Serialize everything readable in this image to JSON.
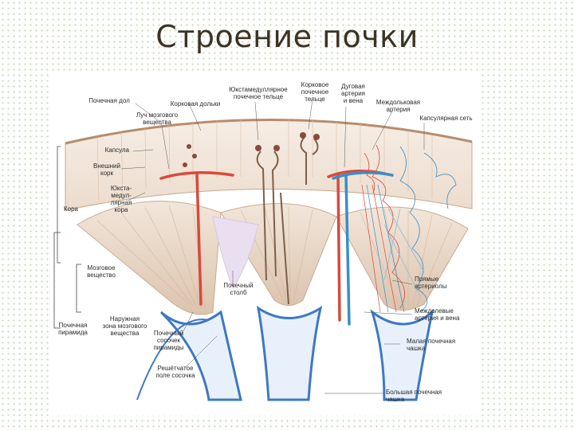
{
  "title": "Строение почки",
  "colors": {
    "artery": "#d9493b",
    "vein": "#3a8ec8",
    "pyramid": "#ead8c6",
    "capsule": "#f3e7dc",
    "nephron": "#8a6a52",
    "calyx": "#5b8fcf"
  },
  "labels": {
    "renal_capsule": "Почечная дол",
    "cortical_lobule": "Корковая дольки",
    "medullary_rays": "Луч мозгового\nвещества",
    "juxtamedullary": "Юкстамедуллярное\nпочечное тельце",
    "cortical_corpuscle": "Корковое\nпочечное\nтельце",
    "arcuate_artery_vein": "Дуговая\nартерия\nи вена",
    "interlobular_artery": "Междольковая\nартерия",
    "venous_network": "Капсулярная сеть",
    "capsule": "Капсула",
    "outer_cortex": "Внешний\nкорк",
    "juxtamedullary_cortex": "Юкста-\nмедул-\nлярная\nкора",
    "cortex": "Кора",
    "medulla": "Мозговое\nвещество",
    "outer_medulla": "Наружная\nзона мозгового\nвещества",
    "inner_medulla": "Почечная\nпирамида",
    "papilla": "Почечный\nстолб",
    "papillary_ducts": "Почечный\nсосочек\nпирамиды",
    "cribriform_area": "Решётчатое\nполе сосочка",
    "straight_arteries": "Прямые\nартериолы",
    "interlobar_artery": "Междолевые\nартерия и вена",
    "minor_calyx": "Малая почечная\nчашка",
    "major_calyx": "Большая почечная\nчашка"
  }
}
